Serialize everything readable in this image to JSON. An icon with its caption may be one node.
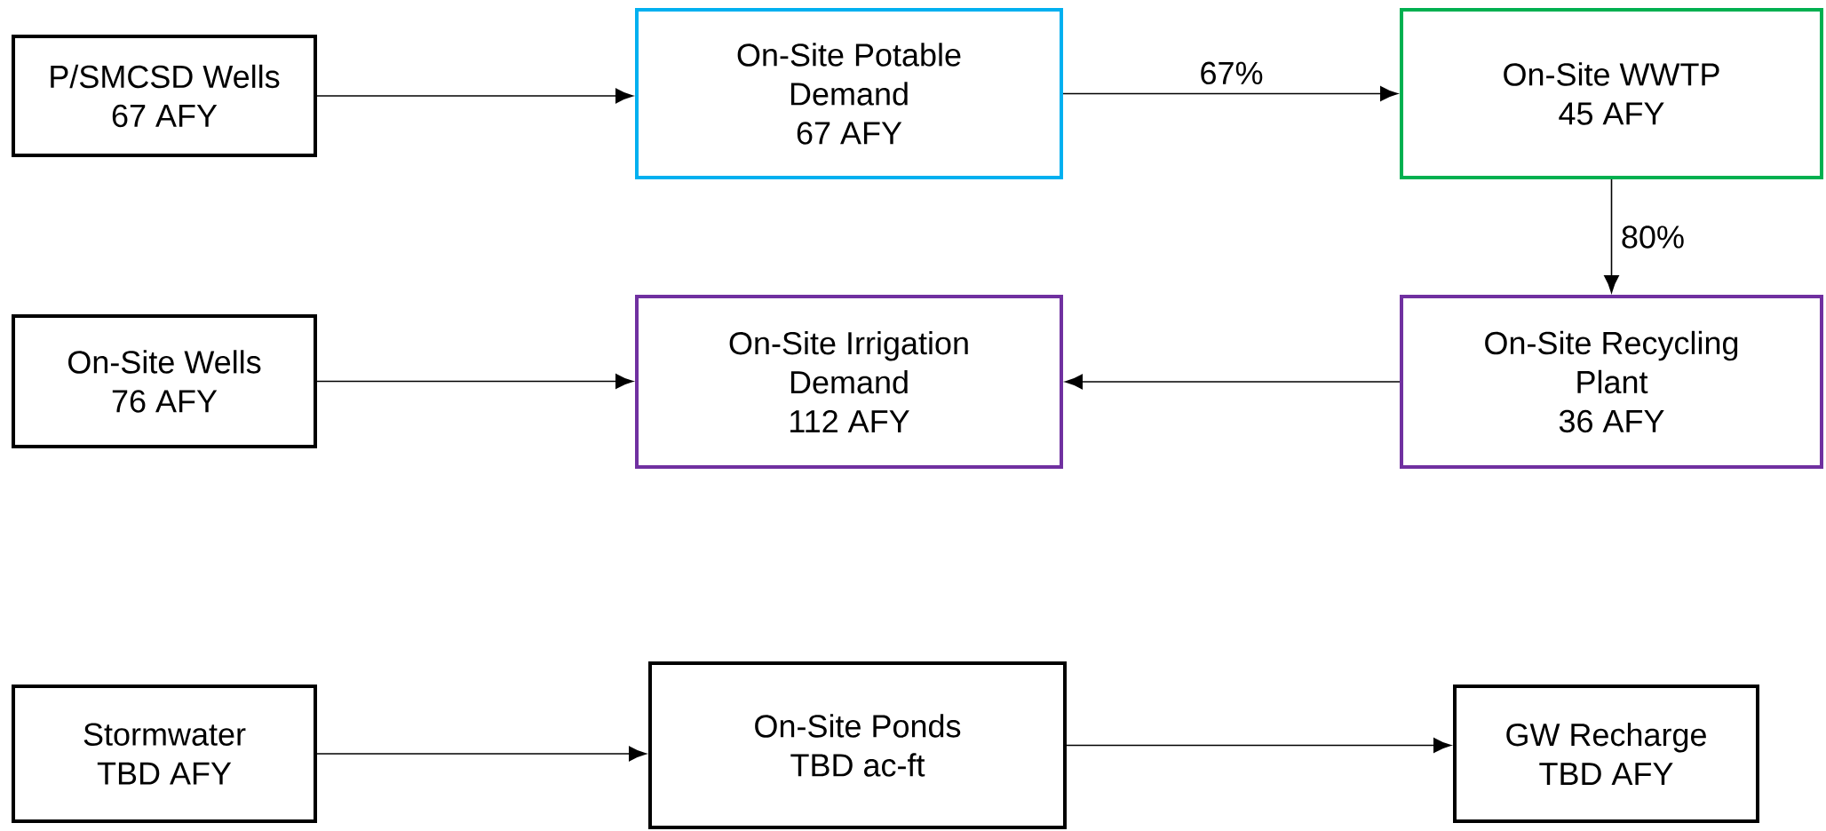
{
  "diagram": {
    "nodes": [
      {
        "text": [
          "P/SMCSD Wells",
          "67 AFY"
        ]
      },
      {
        "text": [
          "On-Site Potable Demand",
          "67 AFY"
        ]
      },
      {
        "text": [
          "On-Site WWTP",
          "45 AFY"
        ]
      },
      {
        "text": [
          "On-Site Wells",
          "76 AFY"
        ]
      },
      {
        "text": [
          "On-Site Irrigation Demand",
          "112 AFY"
        ]
      },
      {
        "text": [
          "On-Site Recycling Plant",
          "36 AFY"
        ]
      },
      {
        "text": [
          "Stormwater",
          "TBD AFY"
        ]
      },
      {
        "text": [
          "On-Site Ponds",
          "TBD ac-ft"
        ]
      },
      {
        "text": [
          "GW Recharge",
          "TBD AFY"
        ]
      }
    ],
    "edges": [
      {
        "from": 0,
        "to": 1,
        "arrow": "to"
      },
      {
        "from": 1,
        "to": 2,
        "arrow": "to",
        "label": "67%"
      },
      {
        "from": 2,
        "to": 5,
        "arrow": "to",
        "label": "80%"
      },
      {
        "from": 5,
        "to": 4,
        "arrow": "to"
      },
      {
        "from": 3,
        "to": 4,
        "arrow": "to"
      },
      {
        "from": 6,
        "to": 7,
        "arrow": "to"
      },
      {
        "from": 7,
        "to": 8,
        "arrow": "to"
      }
    ]
  }
}
